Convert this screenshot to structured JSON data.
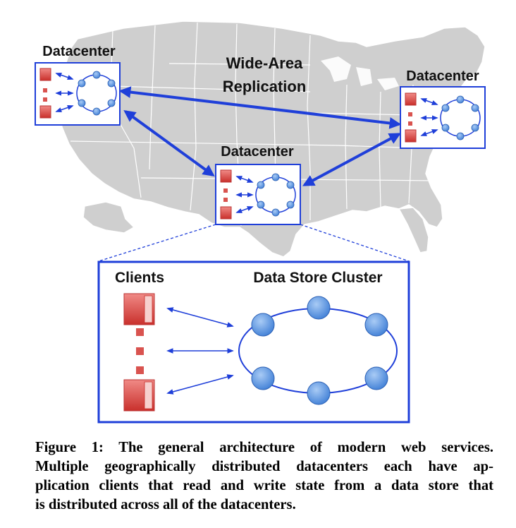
{
  "diagram": {
    "labels": {
      "datacenter_west": "Datacenter",
      "datacenter_east": "Datacenter",
      "datacenter_south": "Datacenter",
      "replication_line1": "Wide-Area",
      "replication_line2": "Replication",
      "clients": "Clients",
      "cluster": "Data Store Cluster"
    },
    "colors": {
      "map_fill": "#cfcfcf",
      "map_border": "#ffffff",
      "accent_blue": "#1f3fd9",
      "node_fill": "#6aa2e6",
      "client_fill": "#d9534f",
      "client_fill_light": "#f3b8b5"
    }
  },
  "caption": {
    "lines": [
      "Figure 1:  The general architecture of modern web services.",
      "Multiple geographically distributed datacenters each have ap-",
      "plication clients that read and write state from a data store that",
      "is distributed across all of the datacenters."
    ]
  }
}
